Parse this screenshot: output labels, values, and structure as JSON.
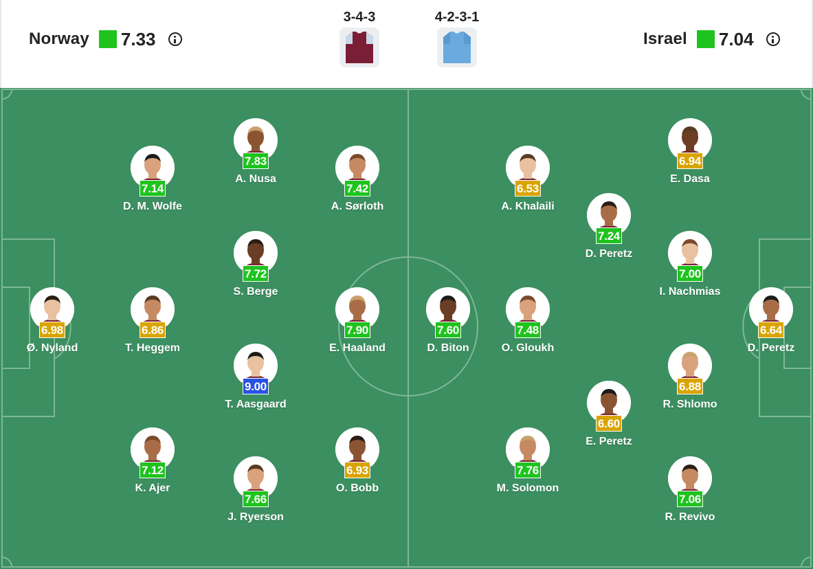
{
  "home": {
    "name": "Norway",
    "rating": "7.33",
    "formation": "3-4-3",
    "color": "#1ec31e",
    "kit_color": "#7a1e35"
  },
  "away": {
    "name": "Israel",
    "rating": "7.04",
    "formation": "4-2-3-1",
    "color": "#1ec31e",
    "kit_color": "#6aaadf"
  },
  "colors": {
    "pitch": "#3b8f61",
    "rating_green": "#1ec31e",
    "rating_yellow": "#d9a400",
    "rating_blue": "#2852e6"
  },
  "players": [
    {
      "name": "Ø. Nyland",
      "rating": "6.98",
      "tier": "yellow"
    },
    {
      "name": "D. M. Wolfe",
      "rating": "7.14",
      "tier": "green"
    },
    {
      "name": "T. Heggem",
      "rating": "6.86",
      "tier": "yellow"
    },
    {
      "name": "K. Ajer",
      "rating": "7.12",
      "tier": "green"
    },
    {
      "name": "A. Nusa",
      "rating": "7.83",
      "tier": "green"
    },
    {
      "name": "S. Berge",
      "rating": "7.72",
      "tier": "green"
    },
    {
      "name": "T. Aasgaard",
      "rating": "9.00",
      "tier": "blue"
    },
    {
      "name": "J. Ryerson",
      "rating": "7.66",
      "tier": "green"
    },
    {
      "name": "A. Sørloth",
      "rating": "7.42",
      "tier": "green"
    },
    {
      "name": "E. Haaland",
      "rating": "7.90",
      "tier": "green"
    },
    {
      "name": "O. Bobb",
      "rating": "6.93",
      "tier": "yellow"
    },
    {
      "name": "D. Biton",
      "rating": "7.60",
      "tier": "green"
    },
    {
      "name": "A. Khalaili",
      "rating": "6.53",
      "tier": "yellow"
    },
    {
      "name": "O. Gloukh",
      "rating": "7.48",
      "tier": "green"
    },
    {
      "name": "M. Solomon",
      "rating": "7.76",
      "tier": "green"
    },
    {
      "name": "D. Peretz",
      "rating": "7.24",
      "tier": "green"
    },
    {
      "name": "E. Peretz",
      "rating": "6.60",
      "tier": "yellow"
    },
    {
      "name": "E. Dasa",
      "rating": "6.94",
      "tier": "yellow"
    },
    {
      "name": "I. Nachmias",
      "rating": "7.00",
      "tier": "green"
    },
    {
      "name": "R. Shlomo",
      "rating": "6.88",
      "tier": "yellow"
    },
    {
      "name": "R. Revivo",
      "rating": "7.06",
      "tier": "green"
    },
    {
      "name": "D. Peretz",
      "rating": "6.64",
      "tier": "yellow"
    }
  ]
}
